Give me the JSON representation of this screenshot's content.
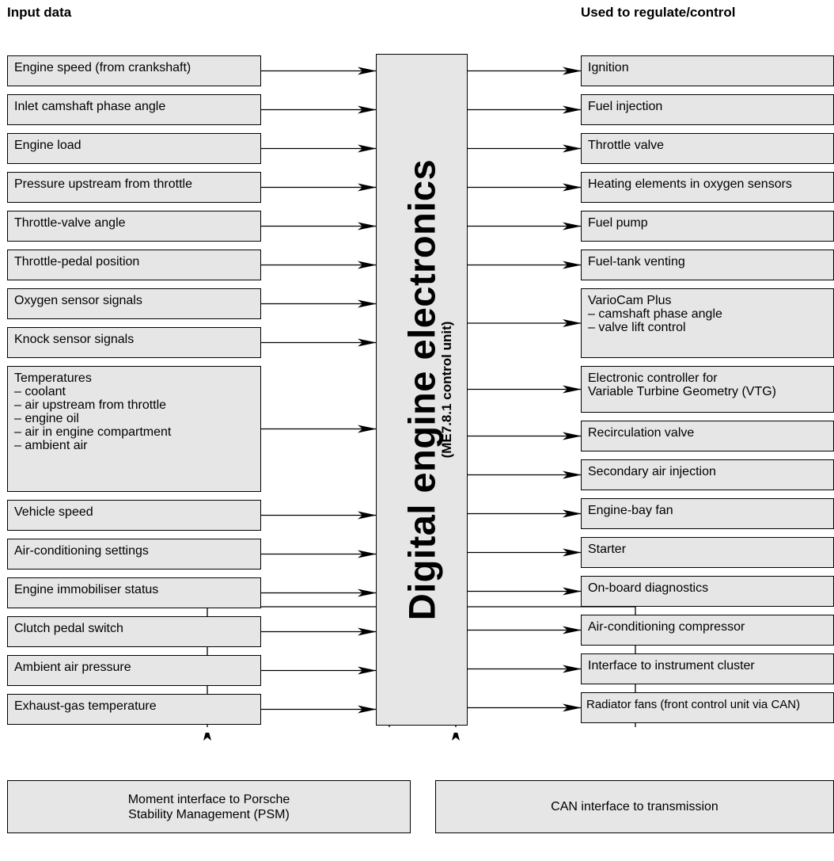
{
  "headers": {
    "input": "Input data",
    "output": "Used to regulate/control"
  },
  "ecu": {
    "title": "Digital engine electronics",
    "subtitle": "(ME7.8.1 control unit)"
  },
  "inputs": [
    "Engine speed (from crankshaft)",
    "Inlet camshaft phase angle",
    "Engine load",
    "Pressure upstream from throttle",
    "Throttle-valve angle",
    "Throttle-pedal position",
    "Oxygen sensor signals",
    "Knock sensor signals",
    "Temperatures\n– coolant\n– air upstream from throttle\n– engine oil\n– air in engine compartment\n– ambient air",
    "Vehicle speed",
    "Air-conditioning settings",
    "Engine immobiliser status",
    "Clutch pedal switch",
    "Ambient air pressure",
    "Exhaust-gas temperature"
  ],
  "outputs": [
    "Ignition",
    "Fuel injection",
    "Throttle valve",
    "Heating elements in oxygen sensors",
    "Fuel pump",
    "Fuel-tank venting",
    "VarioCam Plus\n– camshaft phase angle\n– valve lift control",
    "Electronic controller for\nVariable Turbine Geometry (VTG)",
    "Recirculation valve",
    "Secondary air injection",
    "Engine-bay fan",
    "Starter",
    "On-board diagnostics",
    "Air-conditioning compressor",
    "Interface to instrument cluster",
    "Radiator fans (front control unit via CAN)"
  ],
  "bottom": {
    "psm": "Moment interface to Porsche\nStability Management (PSM)",
    "can": "CAN interface to transmission"
  }
}
